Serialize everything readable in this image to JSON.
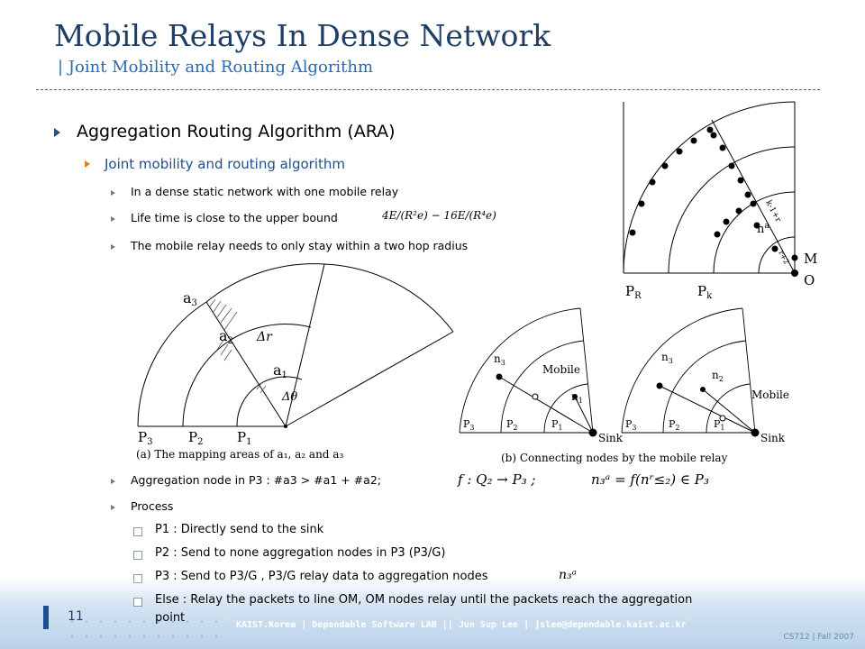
{
  "title": "Mobile Relays In Dense Network",
  "subtitle": "| Joint Mobility and Routing Algorithm",
  "bullets": {
    "ara": "Aggregation Routing  Algorithm (ARA)",
    "joint": "Joint mobility and routing algorithm",
    "dense": "In a dense static  network with one mobile relay",
    "lifetime": "Life time is close to the upper bound",
    "two_hop": "The mobile relay needs to only stay within a two hop radius",
    "aggregation_node": "Aggregation node in P3 :    #a3 > #a1 + #a2;",
    "process": "Process",
    "p1": "P1   :  Directly send to the sink",
    "p2": "P2   :  Send to none aggregation nodes in P3 (P3/G)",
    "p3": "P3   :  Send to P3/G ,  P3/G relay data to aggregation nodes",
    "else_line1": "Else :  Relay the packets to line OM, OM nodes relay until the packets reach the aggregation",
    "else_line2": "point"
  },
  "math": {
    "bound": "4E/(R²e) − 16E/(R⁴e)",
    "f_map": "f : Q₂ → P₃ ;",
    "n3a": "n₃ᵃ = f(nʳ≤₂) ∈ P₃",
    "n3a_short": "n₃ᵃ"
  },
  "figures": {
    "top_right": {
      "PR": "P",
      "PR_sub": "R",
      "Pk": "P",
      "Pk_sub": "k",
      "M": "M",
      "O": "O",
      "na": "n",
      "na_sup": "a",
      "k1r": "k-1+r",
      "r2": "r+2"
    },
    "a": {
      "a3": "a",
      "a3s": "3",
      "a2": "a",
      "a2s": "2",
      "a1": "a",
      "a1s": "1",
      "dr": "Δr",
      "dtheta": "Δθ",
      "P3": "P",
      "P3s": "3",
      "P2": "P",
      "P2s": "2",
      "P1": "P",
      "P1s": "1",
      "caption": "(a) The mapping areas of a₁, a₂ and a₃"
    },
    "b": {
      "n3": "n",
      "n3s": "3",
      "n1": "n",
      "n1s": "1",
      "n3p": "n",
      "n3ps": "3",
      "n2": "n",
      "n2s": "2",
      "mobile": "Mobile",
      "mobile2": "Mobile",
      "sink": "Sink",
      "sink2": "Sink",
      "P3": "P",
      "P3s": "3",
      "P2": "P",
      "P2s": "2",
      "P1": "P",
      "P1s": "1",
      "caption": "(b) Connecting nodes by the mobile relay"
    }
  },
  "footer": {
    "page": "11",
    "credits": "KAIST.Korea | Dependable Software LAB || Jun Sup Lee | jslee@dependable.kaist.ac.kr",
    "course": "CS712  |  Fall 2007"
  }
}
